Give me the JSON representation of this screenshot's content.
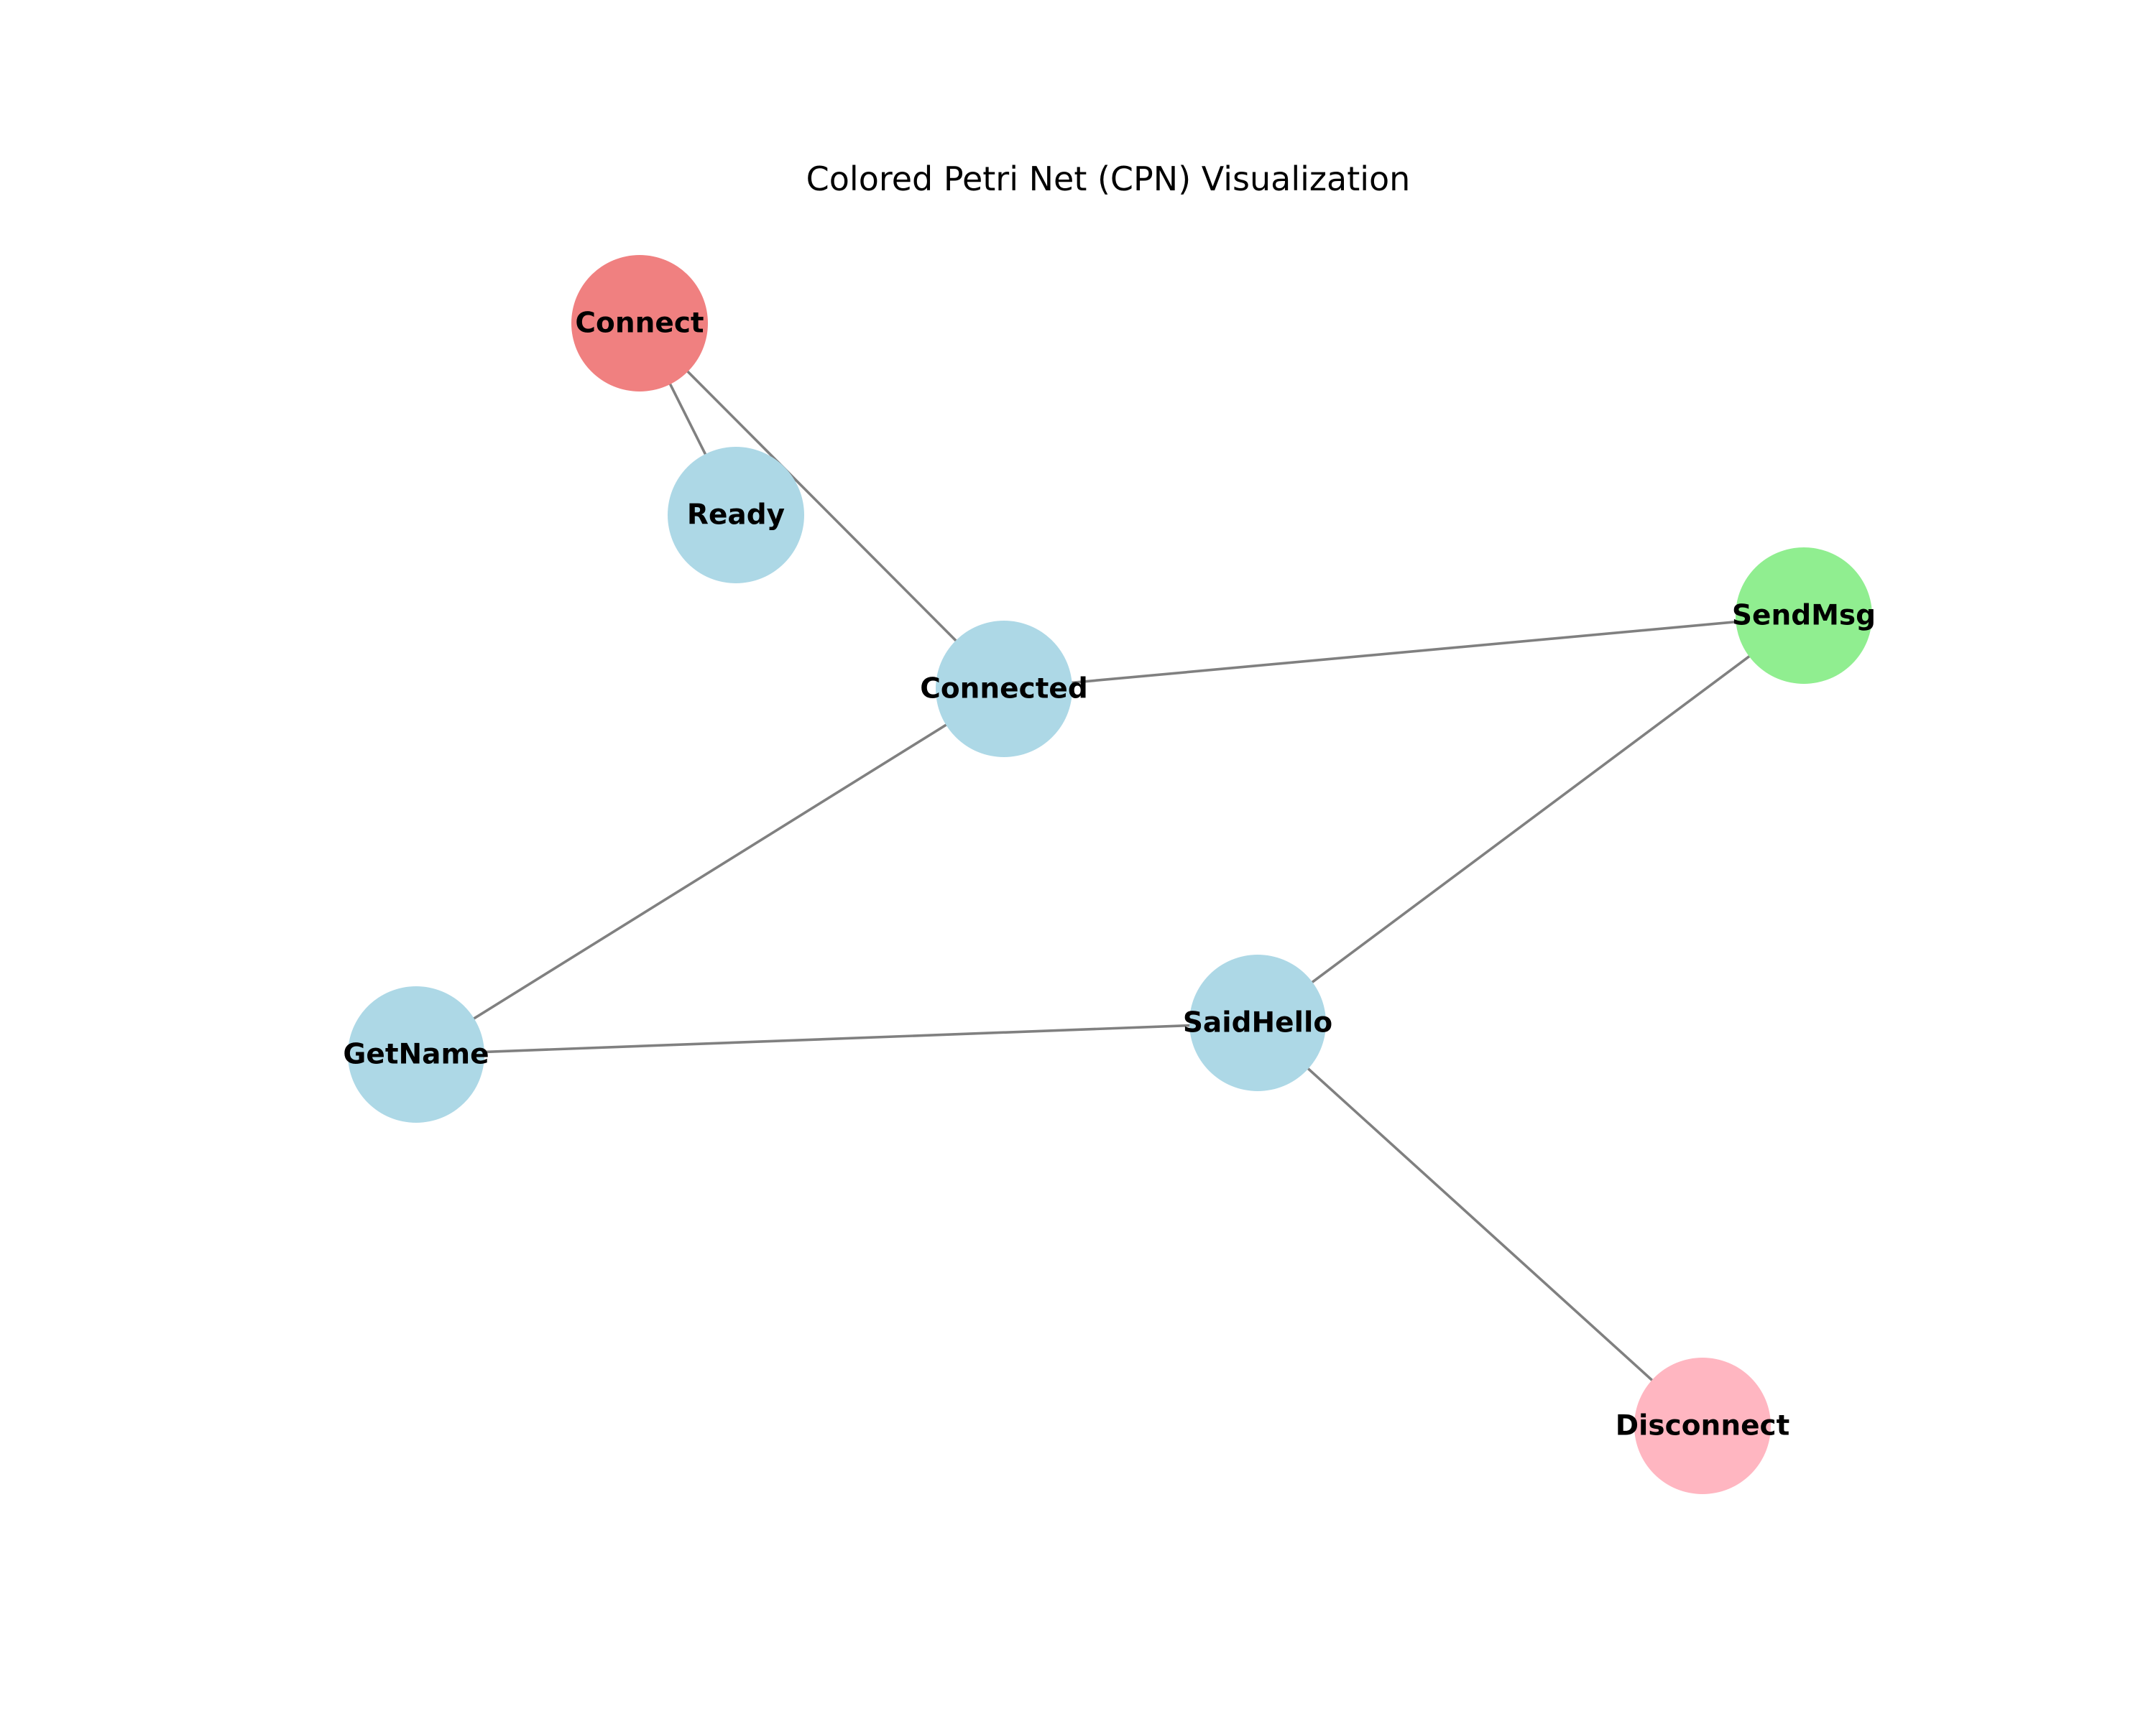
{
  "diagram": {
    "title": "Colored Petri Net (CPN) Visualization",
    "nodes": [
      {
        "id": "Connect",
        "label": "Connect",
        "color": "#f08080"
      },
      {
        "id": "Ready",
        "label": "Ready",
        "color": "#add8e6"
      },
      {
        "id": "Connected",
        "label": "Connected",
        "color": "#add8e6"
      },
      {
        "id": "SendMsg",
        "label": "SendMsg",
        "color": "#90ee90"
      },
      {
        "id": "GetName",
        "label": "GetName",
        "color": "#add8e6"
      },
      {
        "id": "SaidHello",
        "label": "SaidHello",
        "color": "#add8e6"
      },
      {
        "id": "Disconnect",
        "label": "Disconnect",
        "color": "#ffb6c1"
      }
    ],
    "edges": [
      {
        "from": "Connect",
        "to": "Ready"
      },
      {
        "from": "Connect",
        "to": "Connected"
      },
      {
        "from": "Connected",
        "to": "SendMsg"
      },
      {
        "from": "Connected",
        "to": "GetName"
      },
      {
        "from": "GetName",
        "to": "SaidHello"
      },
      {
        "from": "SaidHello",
        "to": "SendMsg"
      },
      {
        "from": "SaidHello",
        "to": "Disconnect"
      }
    ]
  }
}
